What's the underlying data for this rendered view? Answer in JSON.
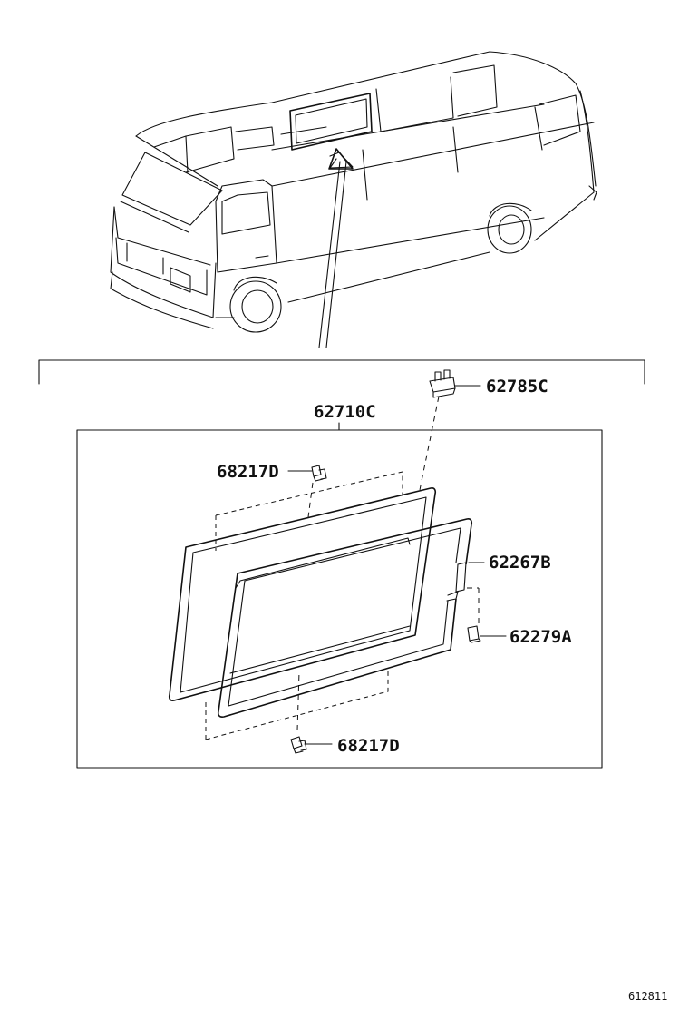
{
  "parts": {
    "glass_assembly": "62710C",
    "clip": "62785C",
    "fastener_top": "68217D",
    "fastener_bottom": "68217D",
    "weatherstrip": "62267B",
    "spacer": "62279A"
  },
  "footer": {
    "code": "612811"
  }
}
